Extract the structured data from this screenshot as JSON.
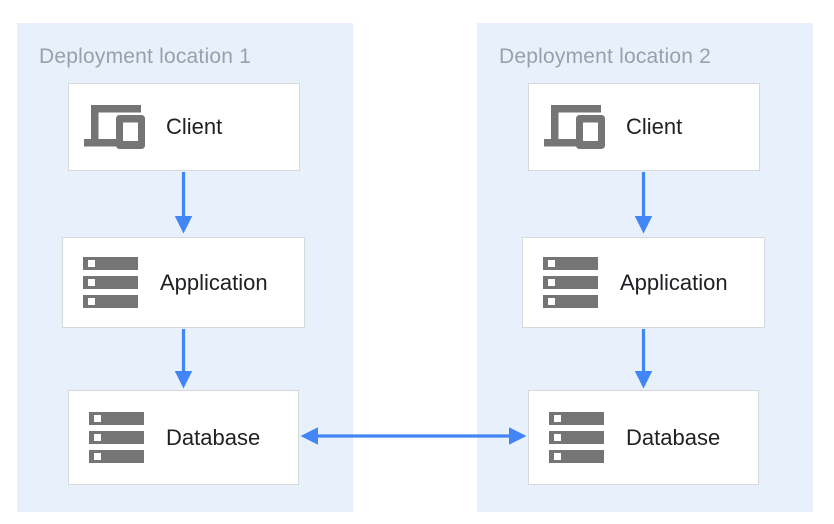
{
  "diagram": {
    "panels": [
      {
        "title": "Deployment location 1",
        "nodes": [
          {
            "label": "Client",
            "icon": "devices-icon"
          },
          {
            "label": "Application",
            "icon": "storage-icon"
          },
          {
            "label": "Database",
            "icon": "storage-icon"
          }
        ]
      },
      {
        "title": "Deployment location 2",
        "nodes": [
          {
            "label": "Client",
            "icon": "devices-icon"
          },
          {
            "label": "Application",
            "icon": "storage-icon"
          },
          {
            "label": "Database",
            "icon": "storage-icon"
          }
        ]
      }
    ],
    "connections": [
      {
        "panel": "Deployment location 1",
        "from": "Client",
        "to": "Application",
        "style": "arrow-down"
      },
      {
        "panel": "Deployment location 1",
        "from": "Application",
        "to": "Database",
        "style": "arrow-down"
      },
      {
        "panel": "Deployment location 2",
        "from": "Client",
        "to": "Application",
        "style": "arrow-down"
      },
      {
        "panel": "Deployment location 2",
        "from": "Application",
        "to": "Database",
        "style": "arrow-down"
      },
      {
        "from": "Database (Deployment location 1)",
        "to": "Database (Deployment location 2)",
        "style": "arrow-bidirectional"
      }
    ],
    "colors": {
      "page_bg": "#FFFFFF",
      "panel_bg": "#E8F1FB",
      "panel_title": "#9AA0A6",
      "node_bg": "#FFFFFF",
      "node_border": "#D6D8DB",
      "icon_gray": "#757575",
      "label_text": "#202124",
      "arrow_blue": "#4285F4"
    }
  }
}
